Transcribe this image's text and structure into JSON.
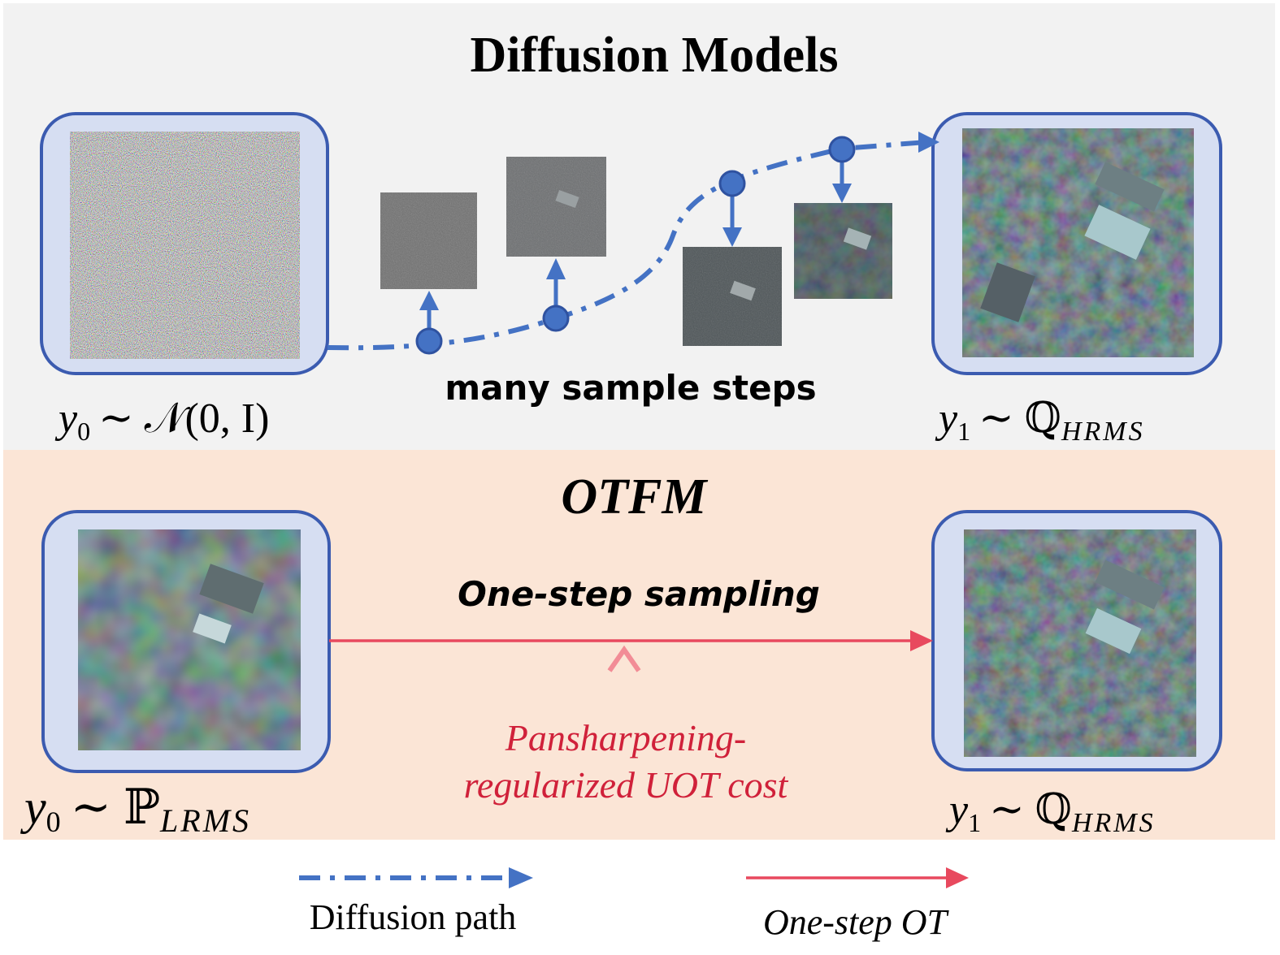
{
  "top_panel": {
    "title": "Diffusion Models",
    "steps_label": "many sample steps",
    "source_sub": "0",
    "source_dist": "∼ 𝒩(0, I)",
    "target_sub": "1",
    "target_dist": "∼ ℚ",
    "target_dist_sub": "HRMS",
    "background": "#f2f2f2"
  },
  "bottom_panel": {
    "title": "OTFM",
    "sampling_label": "One-step sampling",
    "cost_line1": "Pansharpening-",
    "cost_line2": "regularized UOT cost",
    "source_sub": "0",
    "source_dist": "∼ ℙ",
    "source_dist_sub": "LRMS",
    "target_sub": "1",
    "target_dist": "∼ ℚ",
    "target_dist_sub": "HRMS",
    "background": "#fbe5d6"
  },
  "variable": "y",
  "legend": {
    "diffusion_path": "Diffusion path",
    "one_step_ot": "One-step OT"
  },
  "colors": {
    "diffusion_blue": "#4472c4",
    "box_border": "#3b5bb0",
    "box_fill": "#d6def2",
    "ot_red": "#e8495e",
    "cost_text": "#d0213a"
  }
}
